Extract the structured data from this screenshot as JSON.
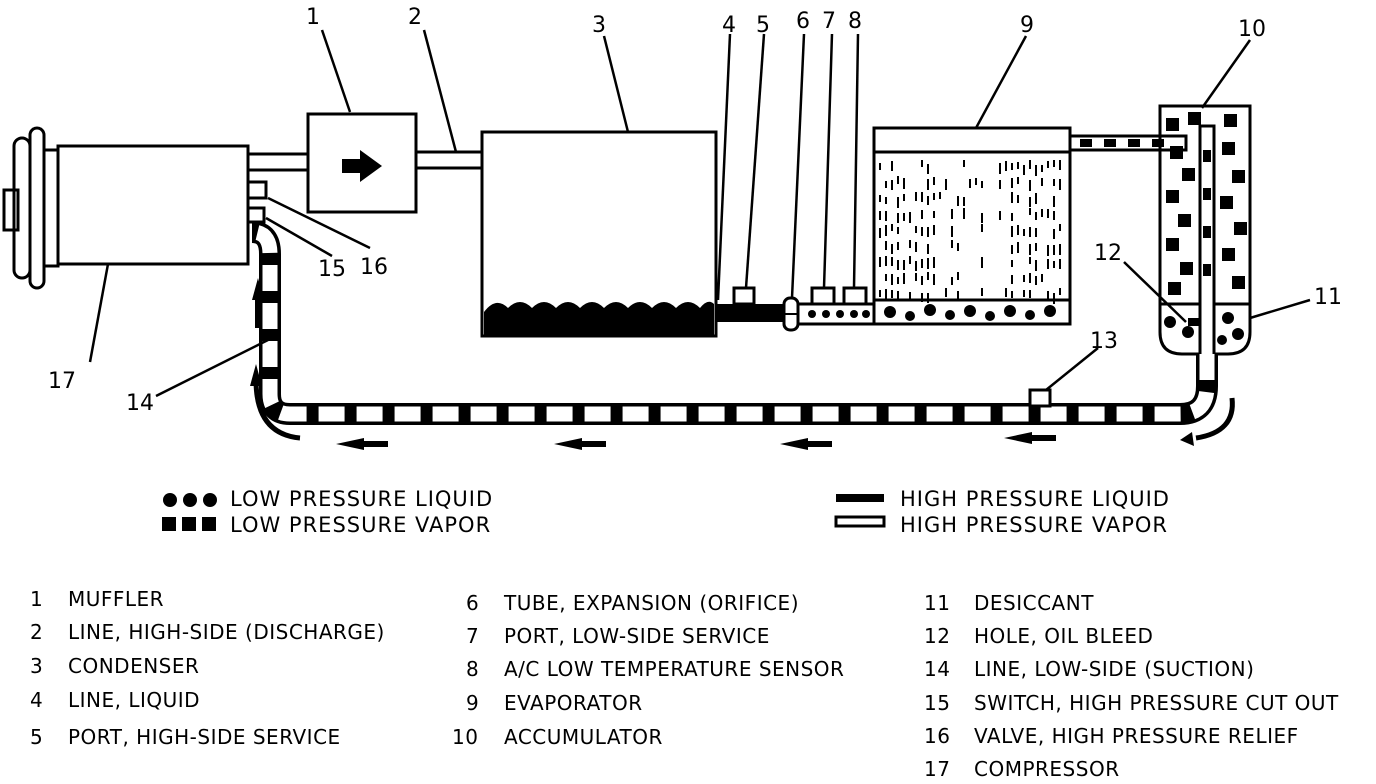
{
  "colors": {
    "ink": "#000000",
    "paper": "#ffffff"
  },
  "callouts": [
    "1",
    "2",
    "3",
    "4",
    "5",
    "6",
    "7",
    "8",
    "9",
    "10",
    "11",
    "12",
    "13",
    "14",
    "15",
    "16",
    "17"
  ],
  "legend": {
    "low_liquid": "LOW PRESSURE LIQUID",
    "low_vapor": "LOW PRESSURE VAPOR",
    "high_liquid": "HIGH PRESSURE LIQUID",
    "high_vapor": "HIGH PRESSURE VAPOR"
  },
  "key": [
    {
      "num": "1",
      "label": "MUFFLER"
    },
    {
      "num": "2",
      "label": "LINE, HIGH-SIDE (DISCHARGE)"
    },
    {
      "num": "3",
      "label": "CONDENSER"
    },
    {
      "num": "4",
      "label": "LINE, LIQUID"
    },
    {
      "num": "5",
      "label": "PORT, HIGH-SIDE SERVICE"
    },
    {
      "num": "6",
      "label": "TUBE, EXPANSION (ORIFICE)"
    },
    {
      "num": "7",
      "label": "PORT, LOW-SIDE SERVICE"
    },
    {
      "num": "8",
      "label": "A/C LOW TEMPERATURE SENSOR"
    },
    {
      "num": "9",
      "label": "EVAPORATOR"
    },
    {
      "num": "10",
      "label": "ACCUMULATOR"
    },
    {
      "num": "11",
      "label": "DESICCANT"
    },
    {
      "num": "12",
      "label": "HOLE, OIL BLEED"
    },
    {
      "num": "14",
      "label": "LINE, LOW-SIDE (SUCTION)"
    },
    {
      "num": "15",
      "label": "SWITCH, HIGH PRESSURE CUT OUT"
    },
    {
      "num": "16",
      "label": "VALVE, HIGH PRESSURE RELIEF"
    },
    {
      "num": "17",
      "label": "COMPRESSOR"
    }
  ]
}
